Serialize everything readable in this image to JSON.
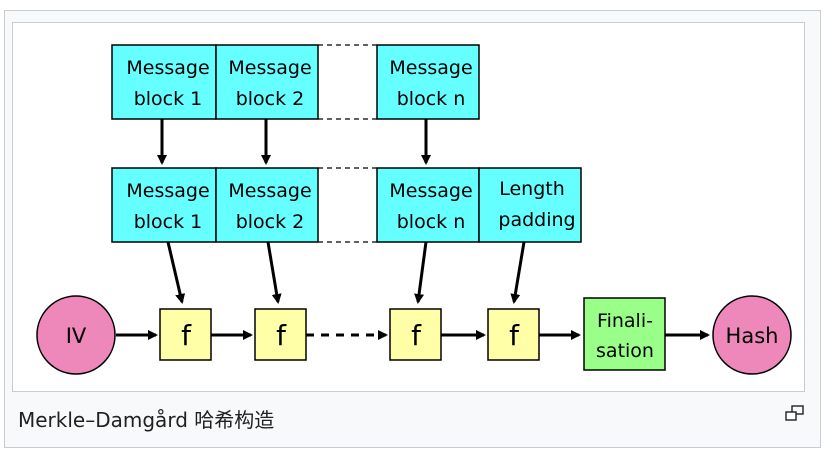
{
  "caption": "Merkle–Damgård 哈希构造",
  "diagram": {
    "top_row": [
      {
        "line1": "Message",
        "line2": "block 1"
      },
      {
        "line1": "Message",
        "line2": "block 2"
      },
      {
        "line1": "Message",
        "line2": "block n"
      }
    ],
    "middle_row": [
      {
        "line1": "Message",
        "line2": "block 1"
      },
      {
        "line1": "Message",
        "line2": "block 2"
      },
      {
        "line1": "Message",
        "line2": "block n"
      },
      {
        "line1": "Length",
        "line2": "padding"
      }
    ],
    "iv_label": "IV",
    "f_label": "f",
    "finalisation": {
      "line1": "Finali-",
      "line2": "sation"
    },
    "hash_label": "Hash"
  },
  "colors": {
    "message_box": "#66ffff",
    "f_box": "#ffffa8",
    "finalisation_box": "#99ff88",
    "circle": "#ee88bb"
  },
  "icons": {
    "enlarge": "enlarge-icon"
  }
}
